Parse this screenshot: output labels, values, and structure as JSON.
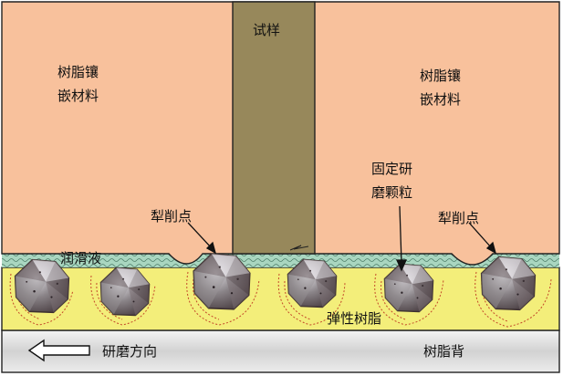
{
  "labels": {
    "specimen": "试样",
    "resin_mount_left_line1": "树脂镶",
    "resin_mount_left_line2": "嵌材料",
    "resin_mount_right_line1": "树脂镶",
    "resin_mount_right_line2": "嵌材料",
    "fixed_abrasive_line1": "固定研",
    "fixed_abrasive_line2": "磨颗粒",
    "plow_point_left": "犁削点",
    "plow_point_right": "犁削点",
    "lubricant": "润滑液",
    "elastic_resin": "弹性树脂",
    "grinding_direction": "研磨方向",
    "resin_backing": "树脂背"
  },
  "colors": {
    "mount": "#f8c19c",
    "specimen": "#97885b",
    "lubricant": "#a9d6c0",
    "elastic_resin": "#f3ee7a",
    "backing": "#dcdcdc",
    "abrasive": "#8f8a8c"
  }
}
